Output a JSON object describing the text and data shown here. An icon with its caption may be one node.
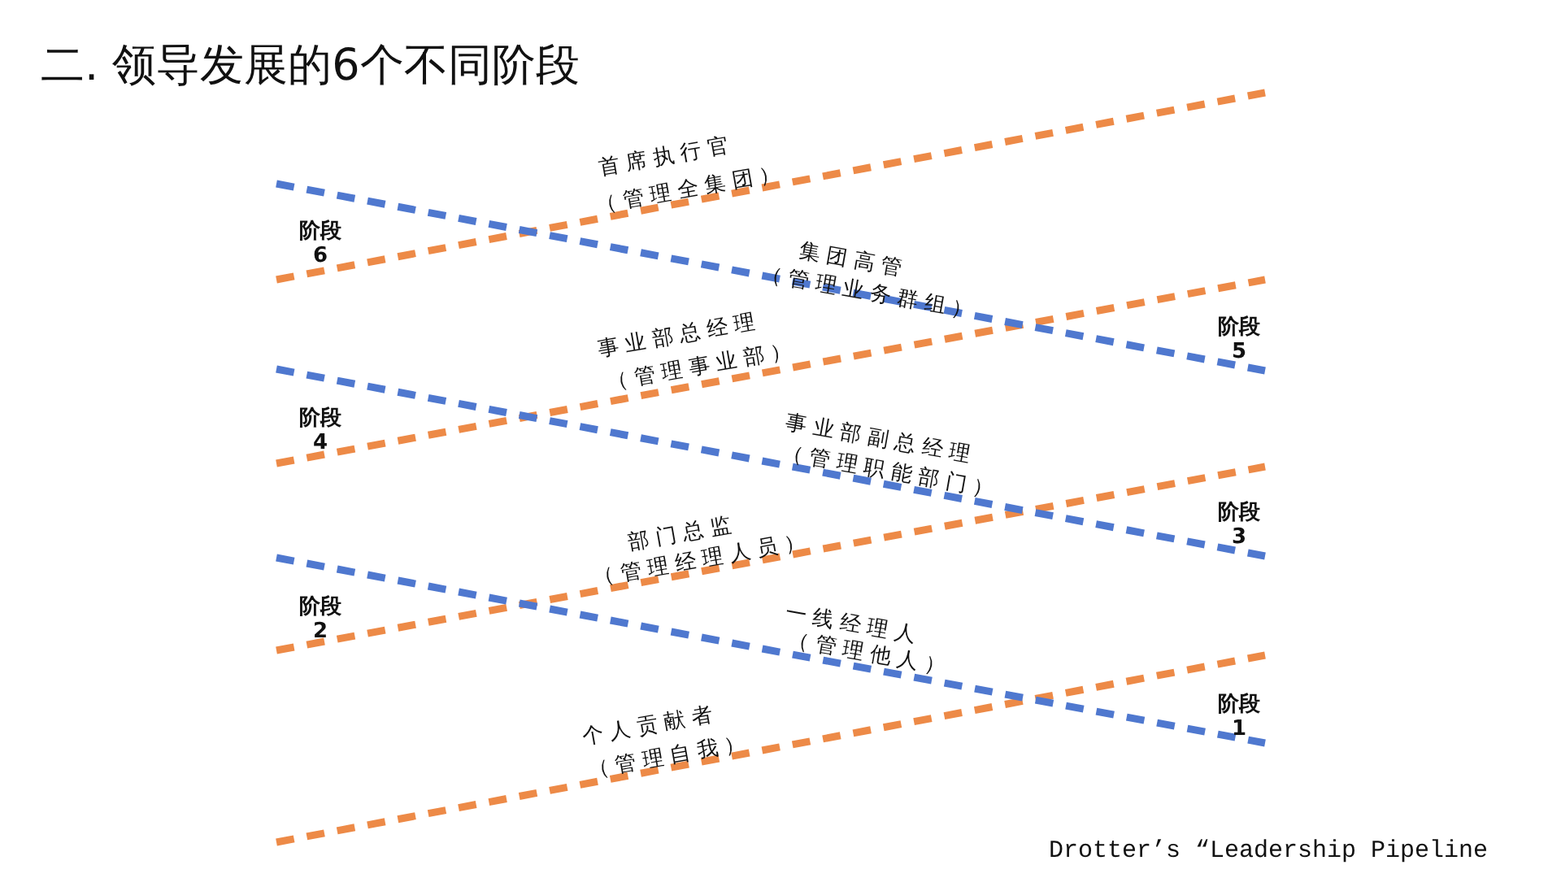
{
  "diagram": {
    "title": "二. 领导发展的6个不同阶段",
    "labels": [
      "首席执行官",
      "（管理全集团）",
      "阶段 6",
      "集团高管",
      "（管理业务群组）",
      "事业部总经理",
      "（管理事业部）",
      "阶段 5",
      "阶段 4",
      "事业部副总经理",
      "（管理职能部门）",
      "部门总监",
      "（管理经理人员）",
      "阶段 3",
      "阶段 2",
      "一线经理人",
      "（管理他人）",
      "个人贡献者",
      "（管理自我）",
      "阶段 1",
      "Drotter’s “Leadership Pipeline"
    ]
  }
}
